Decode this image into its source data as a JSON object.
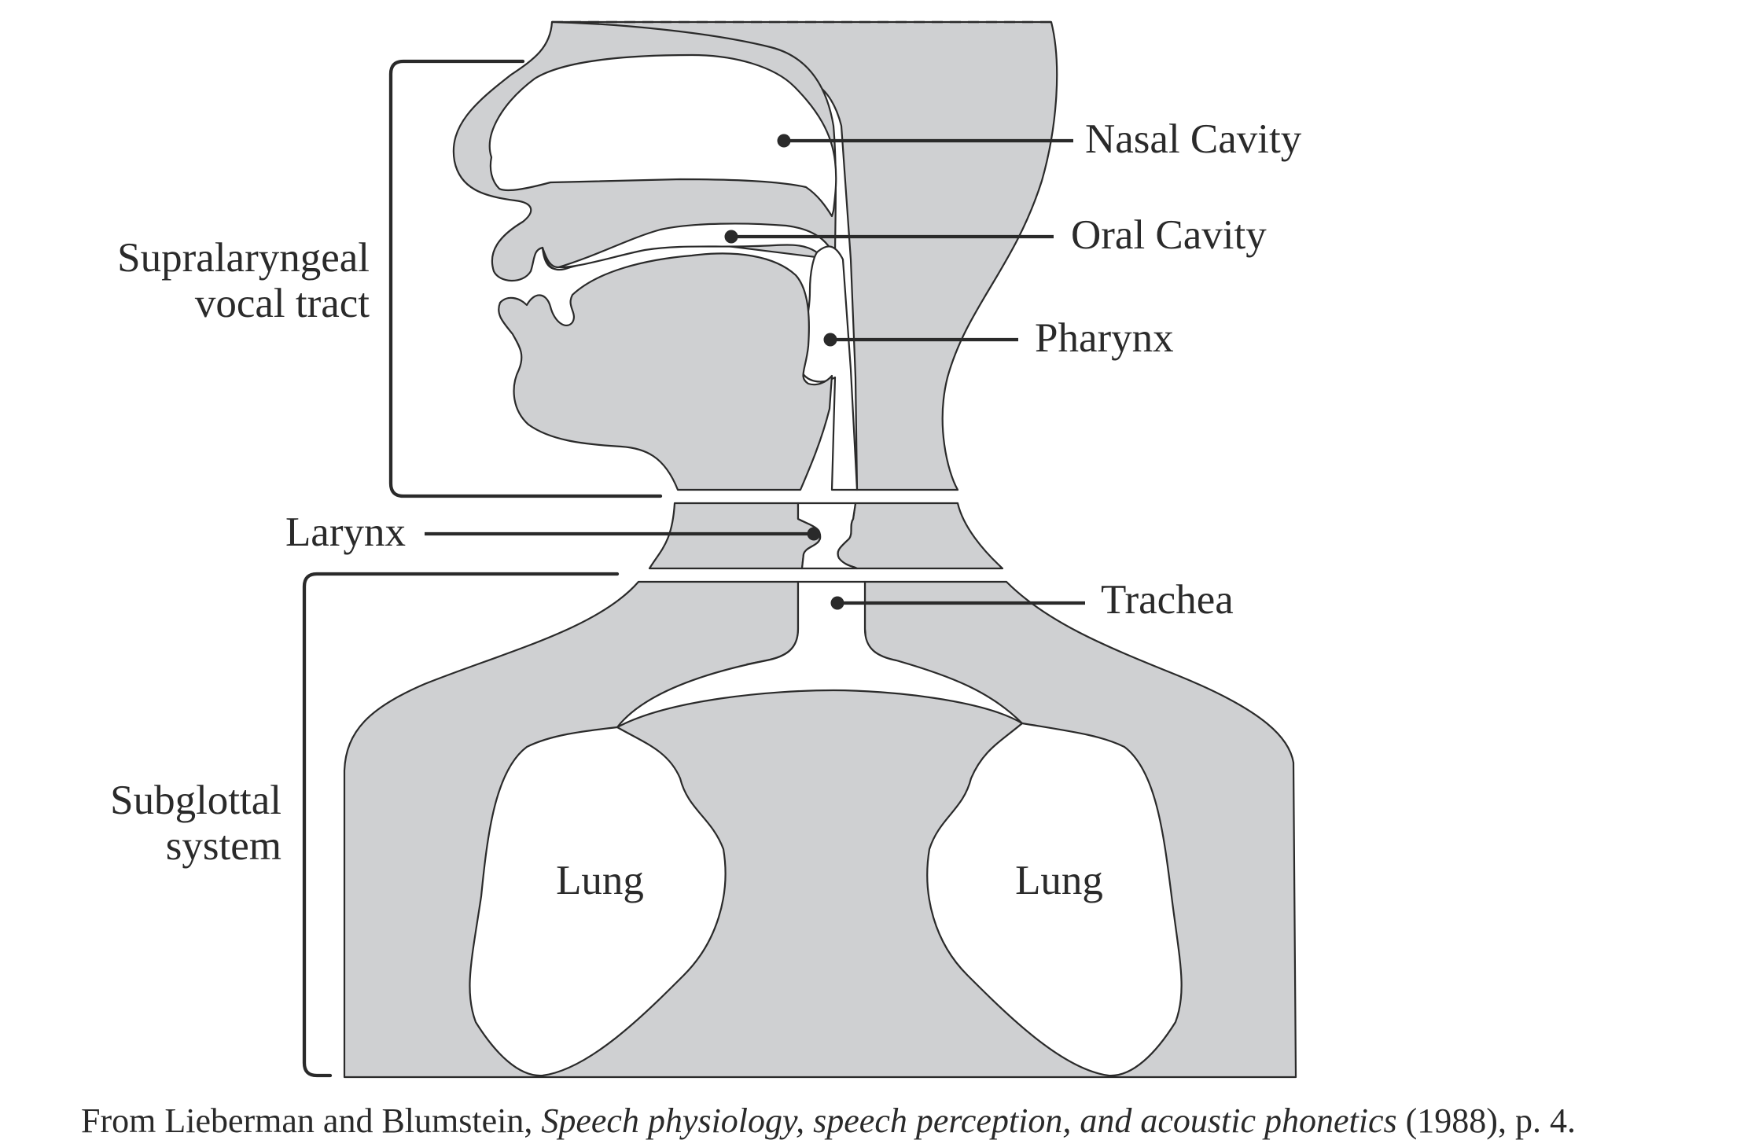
{
  "labels": {
    "nasal_cavity": "Nasal Cavity",
    "oral_cavity": "Oral Cavity",
    "pharynx": "Pharynx",
    "larynx": "Larynx",
    "trachea": "Trachea",
    "lung_left": "Lung",
    "lung_right": "Lung",
    "supralaryngeal_line1": "Supralaryngeal",
    "supralaryngeal_line2": "vocal tract",
    "subglottal_line1": "Subglottal",
    "subglottal_line2": "system"
  },
  "caption": {
    "prefix": "From Lieberman and Blumstein, ",
    "title": "Speech physiology, speech perception, and acoustic phonetics",
    "suffix": " (1988), p. 4."
  },
  "colors": {
    "tissue": "#cfd0d2",
    "outline": "#2a2a2a",
    "background": "#ffffff"
  }
}
